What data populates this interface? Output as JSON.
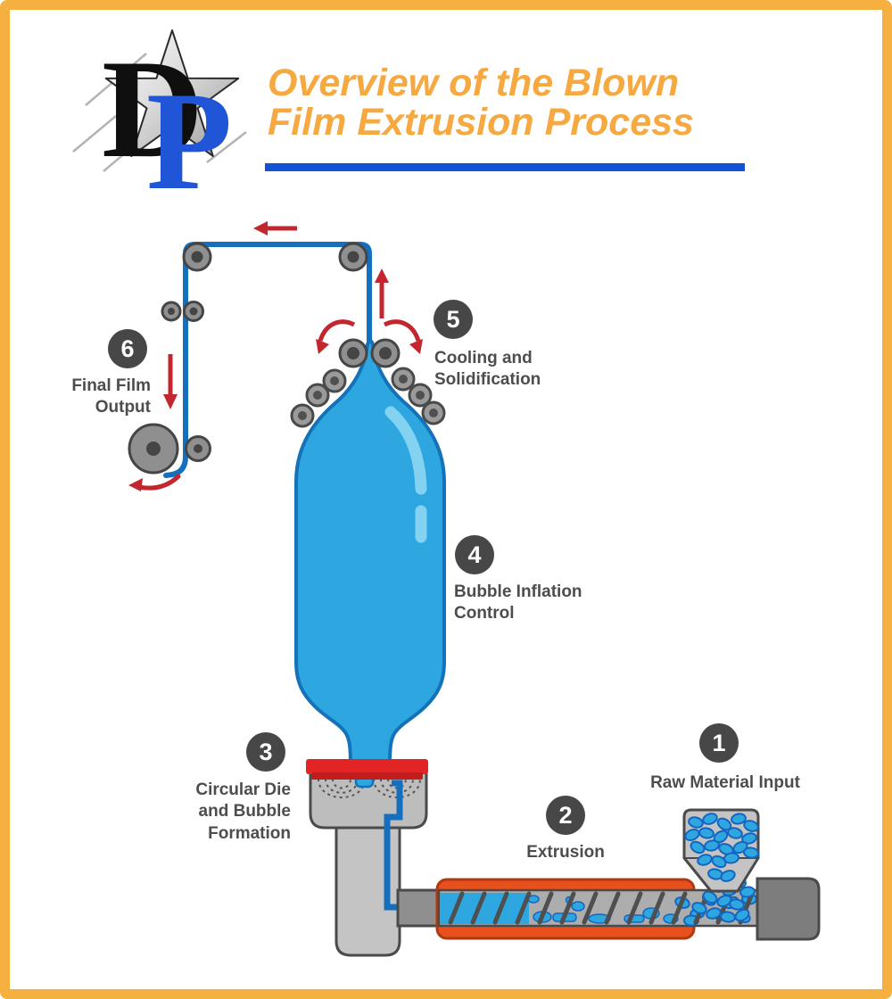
{
  "header": {
    "logo_d": "D",
    "logo_p": "P",
    "title_line1": "Overview of the Blown",
    "title_line2": "Film Extrusion Process"
  },
  "steps": {
    "s1": {
      "num": "1",
      "line1": "Raw Material Input"
    },
    "s2": {
      "num": "2",
      "line1": "Extrusion"
    },
    "s3": {
      "num": "3",
      "line1": "Circular Die",
      "line2": "and Bubble",
      "line3": "Formation"
    },
    "s4": {
      "num": "4",
      "line1": "Bubble Inflation",
      "line2": "Control"
    },
    "s5": {
      "num": "5",
      "line1": "Cooling and",
      "line2": "Solidification"
    },
    "s6": {
      "num": "6",
      "line1": "Final Film",
      "line2": "Output"
    }
  },
  "colors": {
    "frame_orange": "#F6B03F",
    "title_orange": "#F6A940",
    "underline_blue": "#1351D5",
    "logo_blue": "#1F55D6",
    "bubble_blue": "#2EA7E0",
    "bubble_outline": "#1473B8",
    "film_blue": "#1470BE",
    "heater_orange": "#E8501E",
    "die_cap_red": "#E02525",
    "arrow_red": "#C2262E",
    "machine_gray": "#BDBDBD",
    "badge_gray": "#474747",
    "label_gray": "#4D4D4D"
  }
}
